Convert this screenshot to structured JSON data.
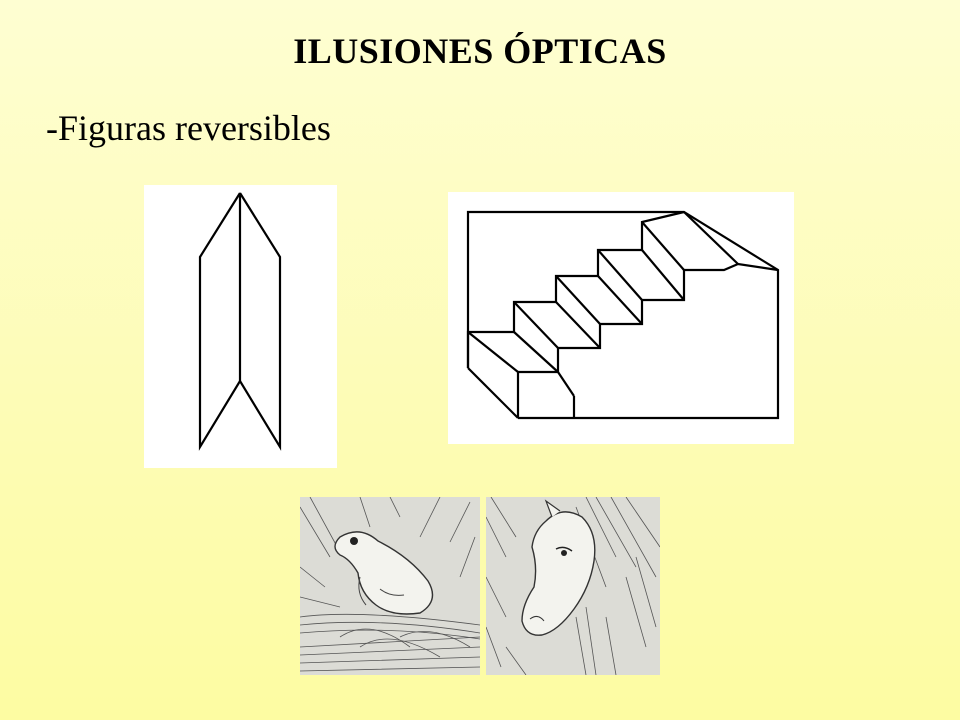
{
  "slide": {
    "title": "ILUSIONES ÓPTICAS",
    "subtitle": "-Figuras reversibles"
  },
  "colors": {
    "background_top": "#fefed2",
    "background_bottom": "#fdfca2",
    "text": "#000000"
  },
  "figures": [
    "reversible-arrow-figure",
    "reversible-staircase-figure",
    "frog-figure",
    "horse-figure"
  ]
}
